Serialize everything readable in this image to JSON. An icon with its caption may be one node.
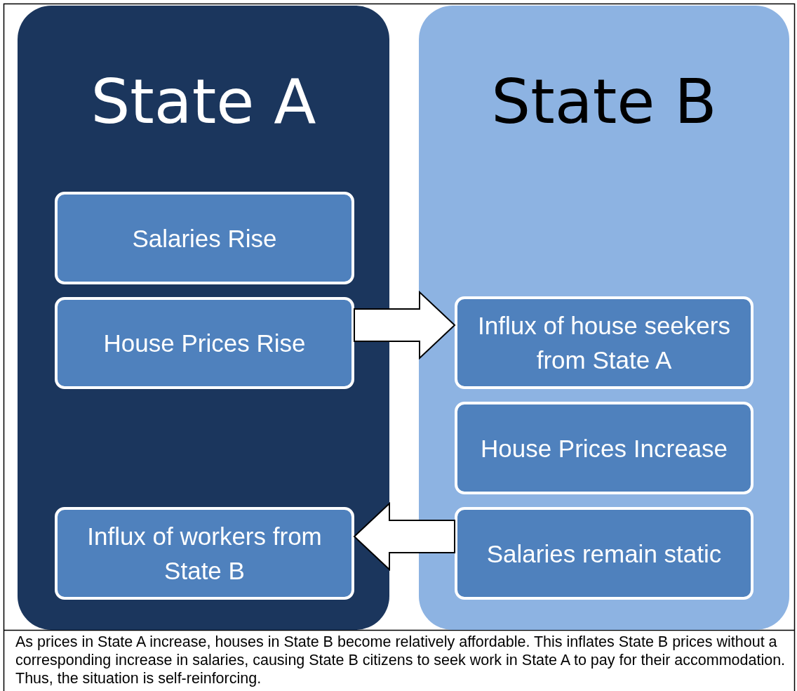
{
  "diagram": {
    "caption": "As prices in State A increase, houses in State B become relatively affordable. This inflates State B prices without a corresponding increase in salaries, causing State B citizens to seek work in State A to pay for their accommodation. Thus, the situation is self-reinforcing.",
    "nodes": [
      {
        "text": [
          "State A"
        ]
      },
      {
        "text": [
          "Salaries Rise"
        ],
        "in": 0
      },
      {
        "text": [
          "House Prices Rise"
        ],
        "in": 0
      },
      {
        "text": [
          "Influx of workers from State B"
        ],
        "in": 0
      },
      {
        "text": [
          "State B"
        ]
      },
      {
        "text": [
          "Influx of house seekers from State A"
        ],
        "in": 4
      },
      {
        "text": [
          "House Prices Increase"
        ],
        "in": 4
      },
      {
        "text": [
          "Salaries remain static"
        ],
        "in": 4
      }
    ],
    "edges": [
      {
        "from": 2,
        "to": 5,
        "arrow": "to"
      },
      {
        "from": 7,
        "to": 3,
        "arrow": "to"
      }
    ]
  }
}
